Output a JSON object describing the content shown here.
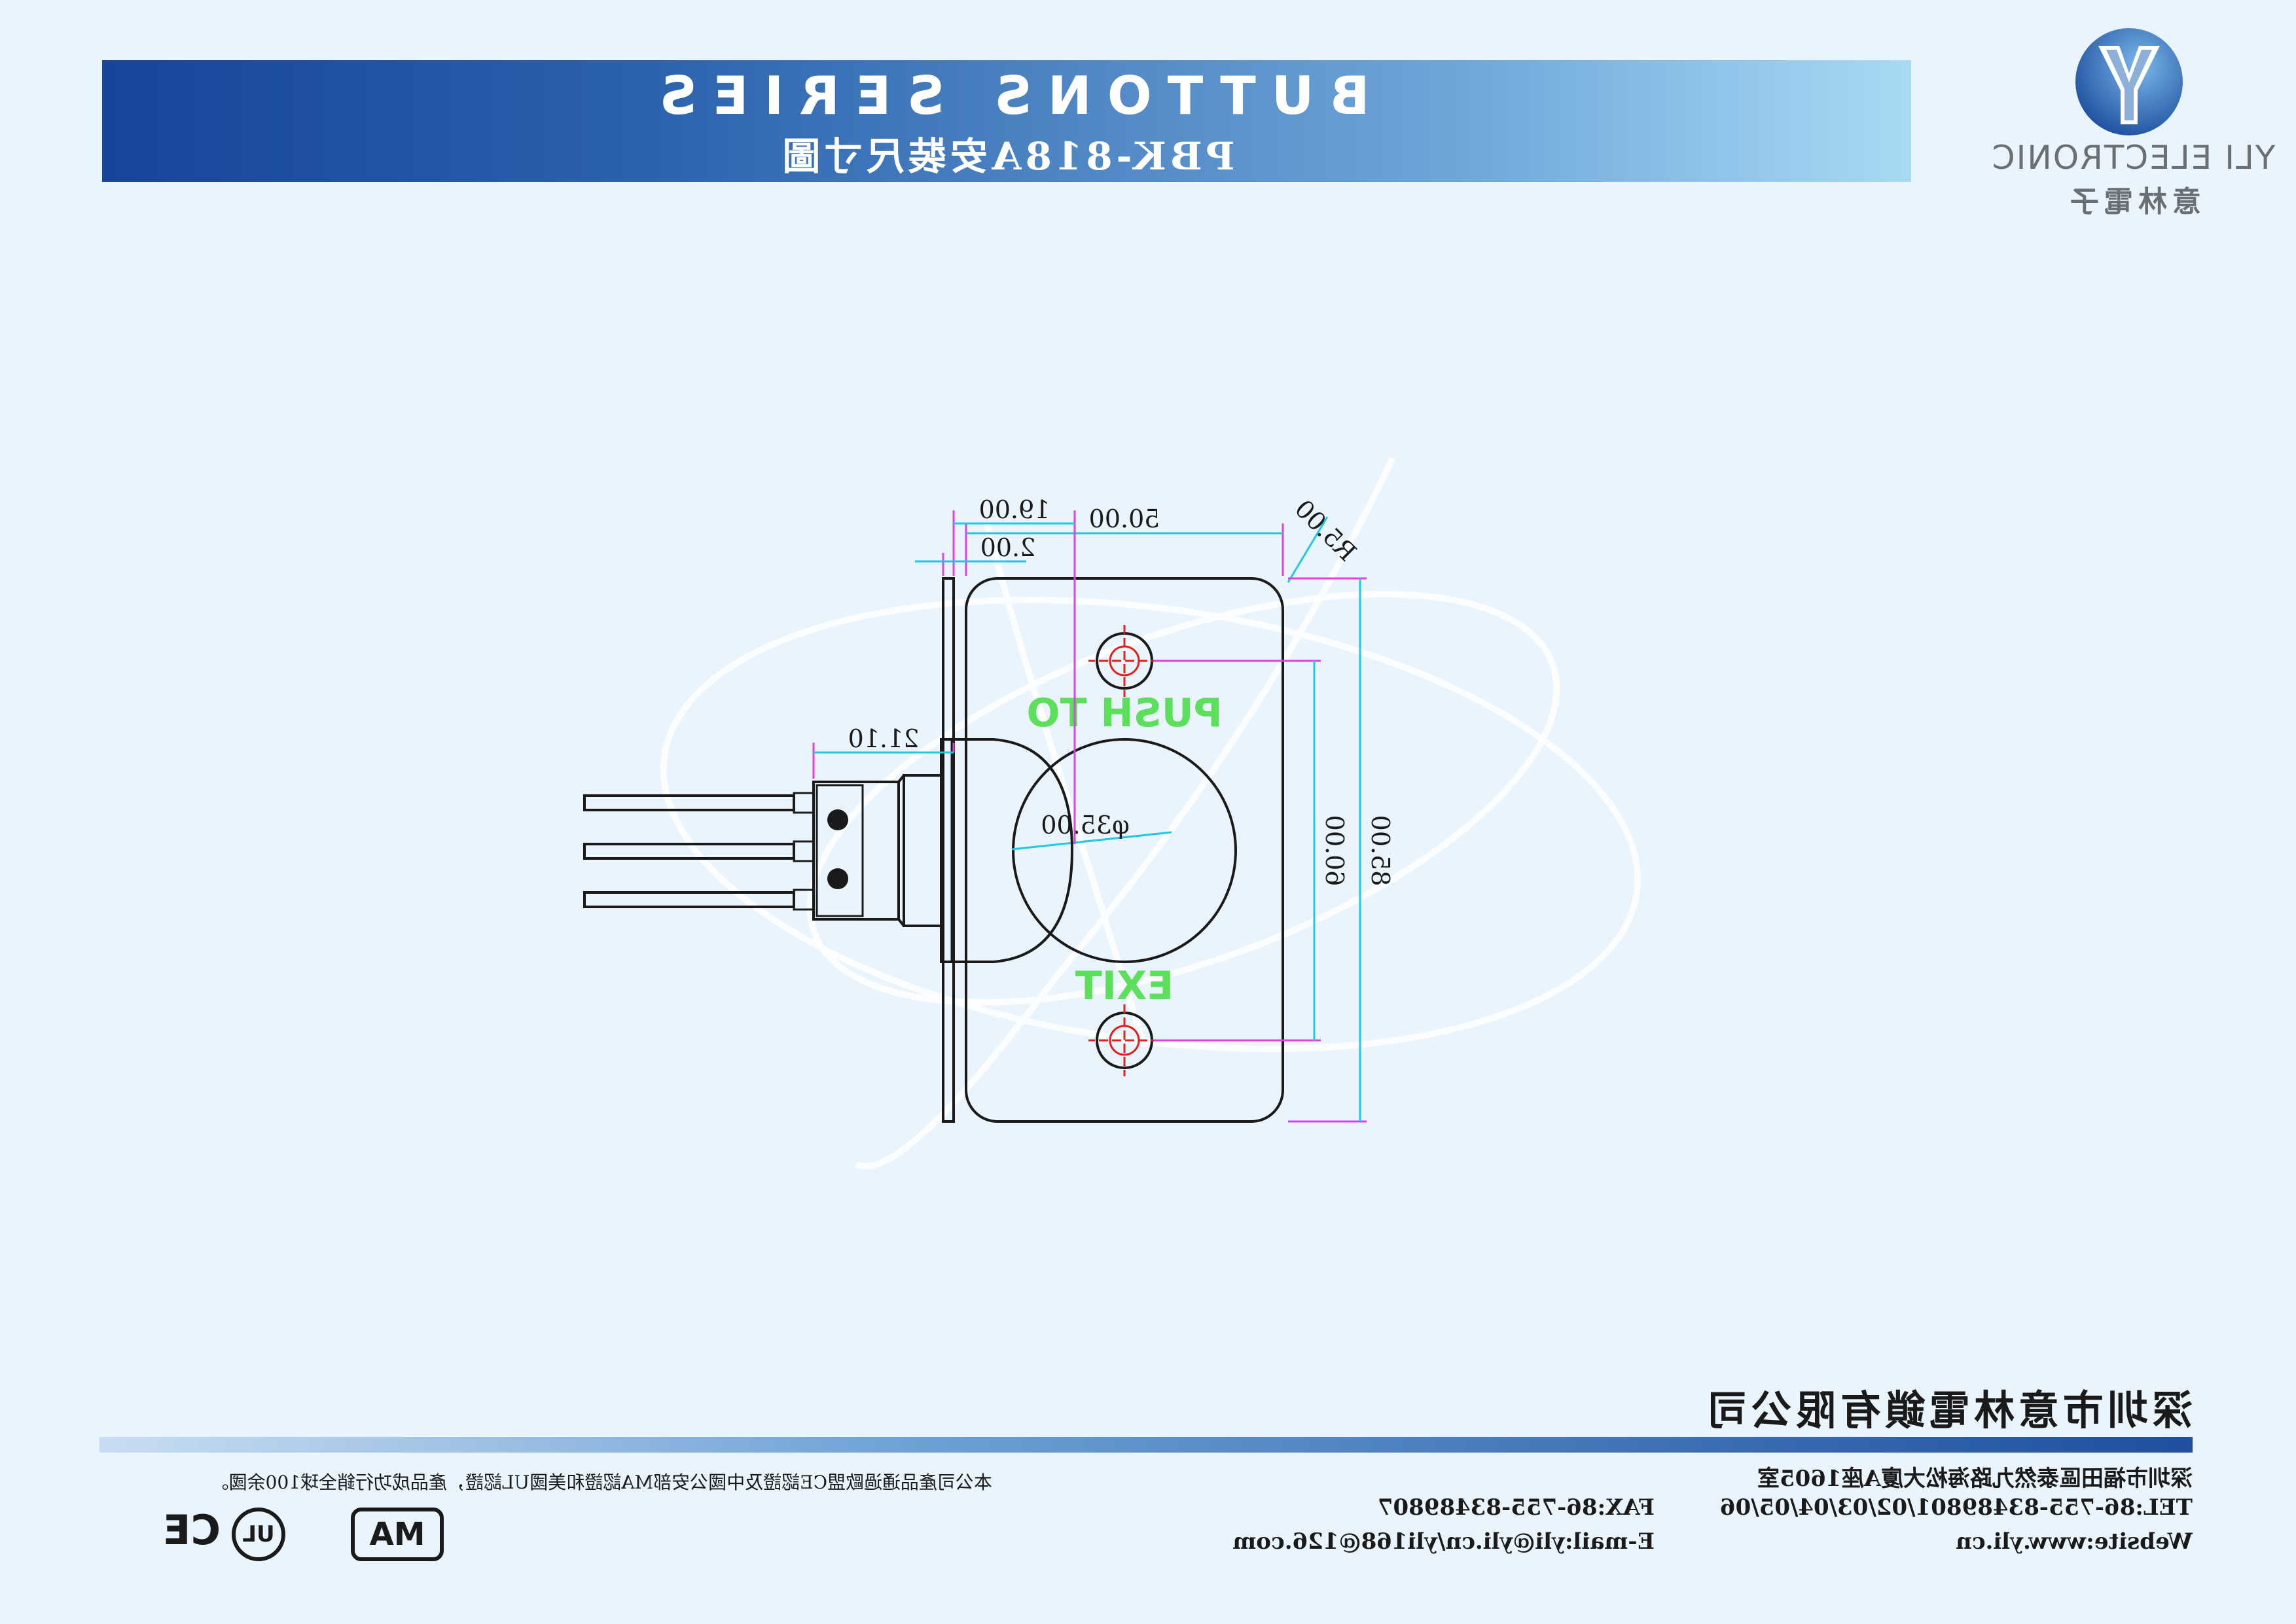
{
  "header": {
    "title": "BUTTONS SERIES",
    "subtitle": "PBK-818A安裝尺寸圖"
  },
  "logo": {
    "name": "YLI ELECTRONIC",
    "name_cn": "意林電子",
    "brand_color": "#2e6fb8"
  },
  "drawing": {
    "side_view": {
      "overall_depth": "19.00",
      "plate_thickness": "2.00",
      "body_length": "21.10"
    },
    "front_view": {
      "width": "50.00",
      "corner_radius": "R5.00",
      "height": "85.00",
      "hole_spacing": "60.00",
      "button_diameter": "φ35.00",
      "top_label": "PUSH TO",
      "bottom_label": "EXIT"
    },
    "colors": {
      "outline": "#1a1a1a",
      "dimension": "#e040e0",
      "dimension_alt": "#20c8e0",
      "centerline": "#e02020",
      "label": "#5ce05c"
    }
  },
  "footer": {
    "company": "深圳市意林電鎖有限公司",
    "address": "深圳市福田區泰然九路海松大廈A座1605室",
    "tel": "TEL:86-755-83489801/02/03/04/05/06",
    "fax": "FAX:86-755-83489807",
    "website": "Website:www.yli.cn",
    "email": "E-mail:yli@yli.cn/yli168@126.com",
    "note": "本公司產品通過歐盟CE認證及中國公安部MA認證和美國UL認證，產品成功行銷全球100余國。",
    "certs": [
      "MA",
      "UL",
      "CE"
    ]
  }
}
